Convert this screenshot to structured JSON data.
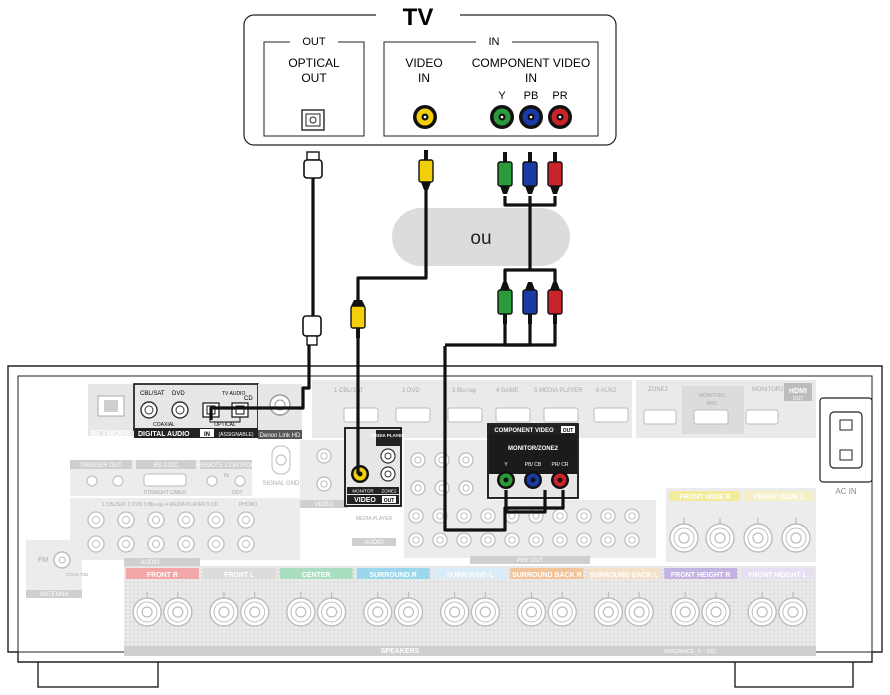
{
  "tv": {
    "title": "TV",
    "out_group": "OUT",
    "optical_line1": "OPTICAL",
    "optical_line2": "OUT",
    "in_group": "IN",
    "video_line1": "VIDEO",
    "video_line2": "IN",
    "component_line1": "COMPONENT VIDEO",
    "component_line2": "IN",
    "y_label": "Y",
    "pb_label": "PB",
    "pr_label": "PR"
  },
  "or_label": "ou",
  "receiver": {
    "network": "NETWORK",
    "cbl_sat_digital": "CBL/SAT",
    "dvd_digital": "DVD",
    "coaxial": "COAXIAL",
    "tv_audio": "TV AUDIO",
    "cd": "CD",
    "optical": "OPTICAL",
    "digital_audio": "DIGITAL AUDIO",
    "in_tag": "IN",
    "assignable": "(ASSIGNABLE)",
    "denon_link": "Denon Link HD",
    "hdmi_inputs": [
      "1 CBL/SAT",
      "2 DVD",
      "3 Blu-ray",
      "4 GAME",
      "5 MEDIA PLAYER",
      "6 AUX2"
    ],
    "zone2": "ZONE2",
    "monitor1": "MONITOR1",
    "arc": "ARC",
    "monitor2": "MONITOR2",
    "hdmi": "HDMI",
    "hdmi_out": "OUT",
    "ac_in": "AC IN",
    "trigger_out": "TRIGGER OUT",
    "rs232c": "RS-232C",
    "remote_control": "REMOTE CONTROL",
    "straight_cable": "STRAIGHT CABLE",
    "ir_in": "IN",
    "ir_out": "OUT",
    "signal_gnd": "SIGNAL GND",
    "video_label": "VIDEO",
    "media_player": "MEDIA PLAYER",
    "monitor": "MONITOR",
    "zone2_short": "ZONE2",
    "out_tag": "OUT",
    "component_video": "COMPONENT VIDEO",
    "monitor_zone2": "MONITOR/ZONE2",
    "comp_y": "Y",
    "comp_pb": "PB/ CB",
    "comp_pr": "PR/ CR",
    "audio_inputs": "1 CBL/SAT   2 DVD   3 Blu-ray   4 MEDIA PLAYER   5 CD",
    "phono": "PHONO",
    "audio_label": "AUDIO",
    "pre_out": "PRE OUT",
    "front_wide_r": "FRONT WIDE R",
    "front_wide_l": "FRONT WIDE L",
    "fm": "FM",
    "coax": "COAX 75Ω",
    "antenna": "ANTENNA",
    "speakers": "SPEAKERS",
    "impedance": "IMPEDANCE : 6 ~ 16Ω",
    "speaker_groups": [
      {
        "label": "FRONT R",
        "color": "#f2a6a6"
      },
      {
        "label": "FRONT L",
        "color": "#dcdcdc"
      },
      {
        "label": "CENTER",
        "color": "#a9dfc0"
      },
      {
        "label": "SURROUND R",
        "color": "#9ad7ee"
      },
      {
        "label": "SURROUND L",
        "color": "#d9ecf7"
      },
      {
        "label": "SURROUND BACK R",
        "color": "#f2c49a"
      },
      {
        "label": "SURROUND BACK L",
        "color": "#f5e0c8"
      },
      {
        "label": "FRONT HEIGHT R",
        "color": "#c3b3e3"
      },
      {
        "label": "FRONT HEIGHT L",
        "color": "#e6def3"
      }
    ]
  },
  "colors": {
    "y": "#2a9a3a",
    "pb": "#1a3aa8",
    "pr": "#c8242a",
    "video": "#f3cf0a",
    "panel": "#e7e7e7",
    "cable": "#111111"
  }
}
